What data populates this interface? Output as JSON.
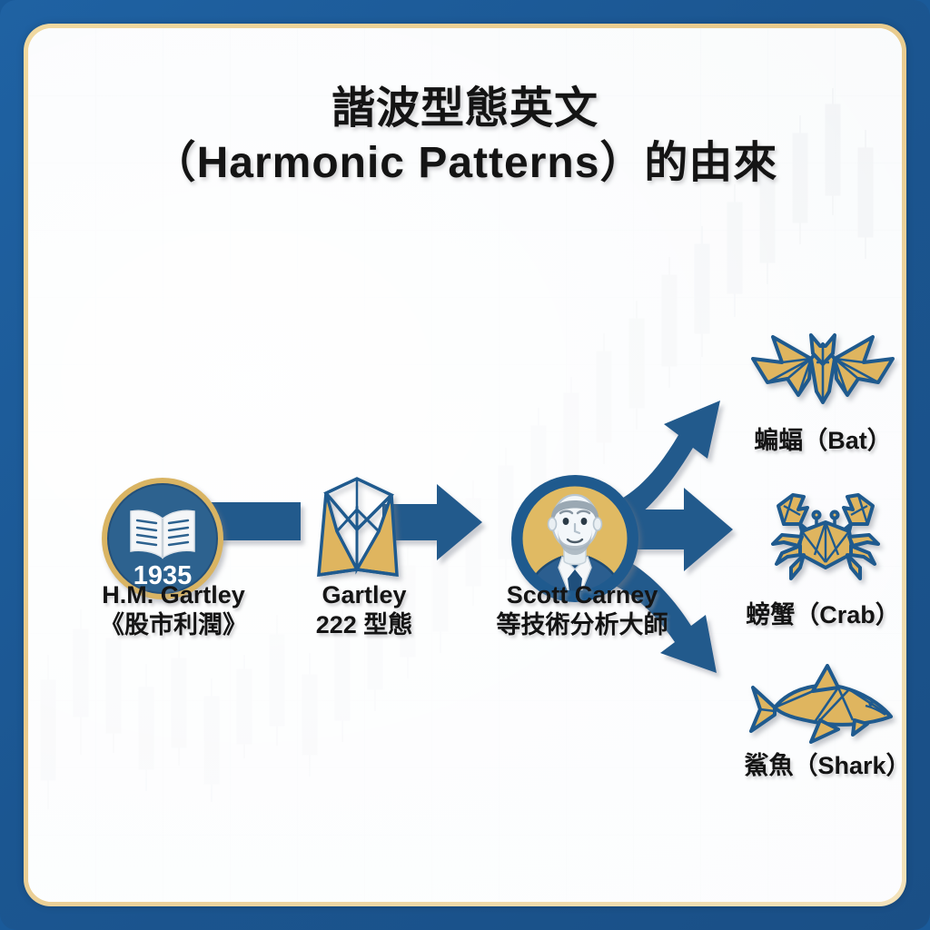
{
  "poster": {
    "title_line1": "諧波型態英文",
    "title_line2": "（Harmonic Patterns）的由來",
    "colors": {
      "frame_blue": "#1b5691",
      "frame_gold": "#e8c98a",
      "arrow_blue": "#215a8c",
      "icon_gold": "#dfb55f",
      "icon_blue": "#1f5a8e",
      "text_black": "#141414",
      "background": "#fbfcfd"
    }
  },
  "timeline": {
    "nodes": [
      {
        "id": "gartley-person",
        "icon": "open-book-icon",
        "badge_year": "1935",
        "label_line1": "H.M. Gartley",
        "label_line2": "《股市利潤》"
      },
      {
        "id": "gartley-pattern",
        "icon": "harmonic-pattern-icon",
        "label_line1": "Gartley",
        "label_line2": "222 型態"
      },
      {
        "id": "scott-carney",
        "icon": "analyst-portrait-icon",
        "label_line1": "Scott Carney",
        "label_line2": "等技術分析大師"
      }
    ]
  },
  "outcomes": [
    {
      "id": "bat",
      "icon": "bat-icon",
      "label": "蝙蝠（Bat）"
    },
    {
      "id": "crab",
      "icon": "crab-icon",
      "label": "螃蟹（Crab）"
    },
    {
      "id": "shark",
      "icon": "shark-icon",
      "label": "鯊魚（Shark）"
    }
  ],
  "chart_data": {
    "type": "diagram",
    "title": "諧波型態英文（Harmonic Patterns）的由來",
    "subtitle": "",
    "flow": "H.M. Gartley (1935) → Gartley 222 型態 → Scott Carney 等技術分析大師 → 蝙蝠/螃蟹/鯊魚",
    "background_decoration": "faint candlestick chart with grid",
    "nodes": [
      "H.M. Gartley 《股市利潤》",
      "Gartley 222 型態",
      "Scott Carney 等技術分析大師"
    ],
    "leaves": [
      "蝙蝠（Bat）",
      "螃蟹（Crab）",
      "鯊魚（Shark）"
    ],
    "edges": [
      {
        "from": "H.M. Gartley 《股市利潤》",
        "to": "Gartley 222 型態"
      },
      {
        "from": "Gartley 222 型態",
        "to": "Scott Carney 等技術分析大師"
      },
      {
        "from": "Scott Carney 等技術分析大師",
        "to": "蝙蝠（Bat）"
      },
      {
        "from": "Scott Carney 等技術分析大師",
        "to": "螃蟹（Crab）"
      },
      {
        "from": "Scott Carney 等技術分析大師",
        "to": "鯊魚（Shark）"
      }
    ]
  }
}
